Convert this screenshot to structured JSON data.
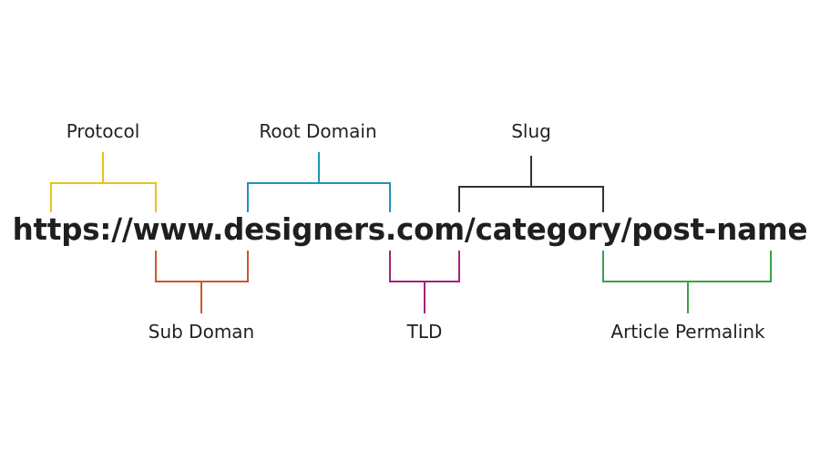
{
  "url": "https://www.designers.com/category/post-name",
  "parts": [
    {
      "label": "Protocol",
      "color": "#e8c21a"
    },
    {
      "label": "Root Domain",
      "color": "#1e95b8"
    },
    {
      "label": "Slug",
      "color": "#333333"
    },
    {
      "label": "Sub Doman",
      "color": "#d0552c"
    },
    {
      "label": "TLD",
      "color": "#a3237c"
    },
    {
      "label": "Article Permalink",
      "color": "#3aa14a"
    }
  ]
}
